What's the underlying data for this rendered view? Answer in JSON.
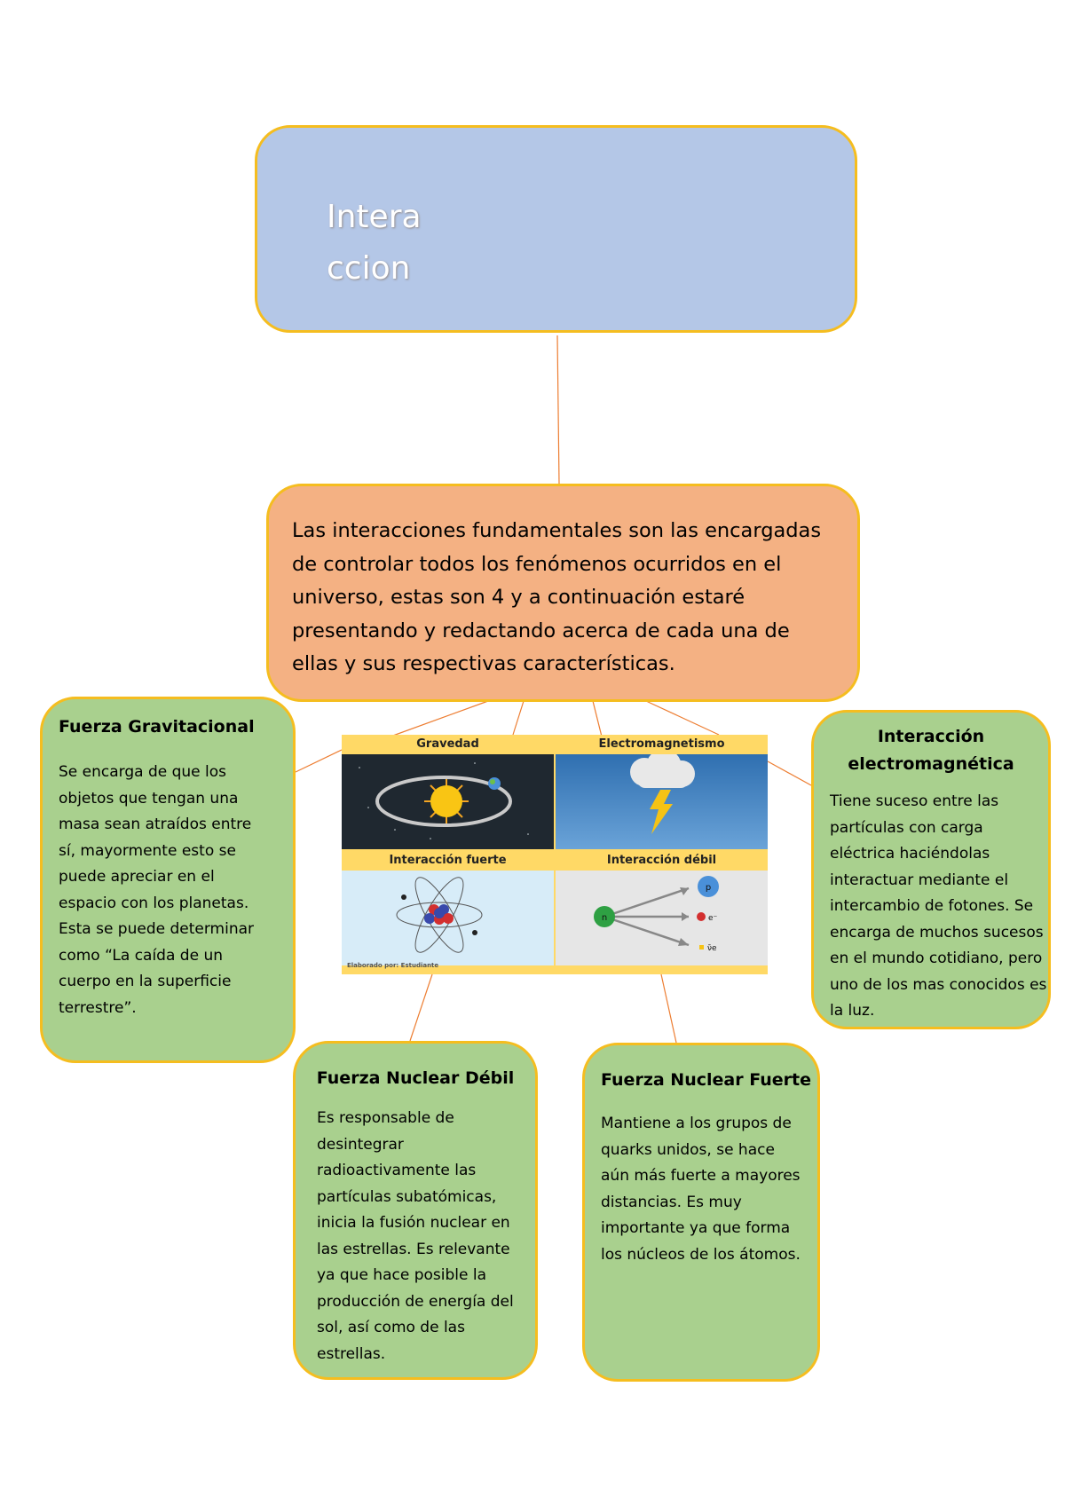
{
  "title": "Interaccion",
  "intro": "Las interacciones fundamentales son las encargadas de controlar todos los fenómenos ocurridos en el universo, estas son 4 y a continuación estaré presentando y redactando acerca de cada una de ellas y sus respectivas características.",
  "cards": {
    "gravitacional": {
      "title": "Fuerza Gravitacional",
      "body": "Se encarga de que los objetos que tengan una masa sean atraídos entre sí, mayormente esto se puede apreciar en el espacio con los planetas. Esta se puede determinar como “La caída de un cuerpo en la superficie terrestre”."
    },
    "electromagnetica": {
      "title": "Interacción electromagnética",
      "body": "Tiene suceso entre las partículas con carga eléctrica haciéndolas interactuar mediante el intercambio de fotones. Se encarga de muchos sucesos en el mundo cotidiano, pero uno de los mas conocidos es la luz."
    },
    "debil": {
      "title": "Fuerza Nuclear Débil",
      "body": "Es responsable de desintegrar radioactivamente las partículas subatómicas, inicia la fusión nuclear en las estrellas. Es relevante ya que hace posible la producción de energía del sol, así como de las estrellas."
    },
    "fuerte": {
      "title": "Fuerza Nuclear Fuerte",
      "body": "Mantiene a los grupos de quarks unidos, se hace aún más fuerte a mayores distancias. Es muy importante ya que forma los núcleos de los átomos."
    }
  },
  "figure": {
    "panels": {
      "gravedad": "Gravedad",
      "electromagnetismo": "Electromagnetismo",
      "fuerte": "Interacción fuerte",
      "debil": "Interacción débil"
    },
    "particles": {
      "neutron": "n",
      "proton": "p",
      "electron": "e⁻",
      "antineutrino": "ν̄e"
    },
    "credit": "Elaborado por: Estudiante"
  },
  "colors": {
    "title_fill": "#b4c7e7",
    "intro_fill": "#f4b183",
    "card_fill": "#a9d08e",
    "border": "#f5bd1f",
    "connector": "#ed7d31",
    "figure_band": "#ffd966"
  }
}
